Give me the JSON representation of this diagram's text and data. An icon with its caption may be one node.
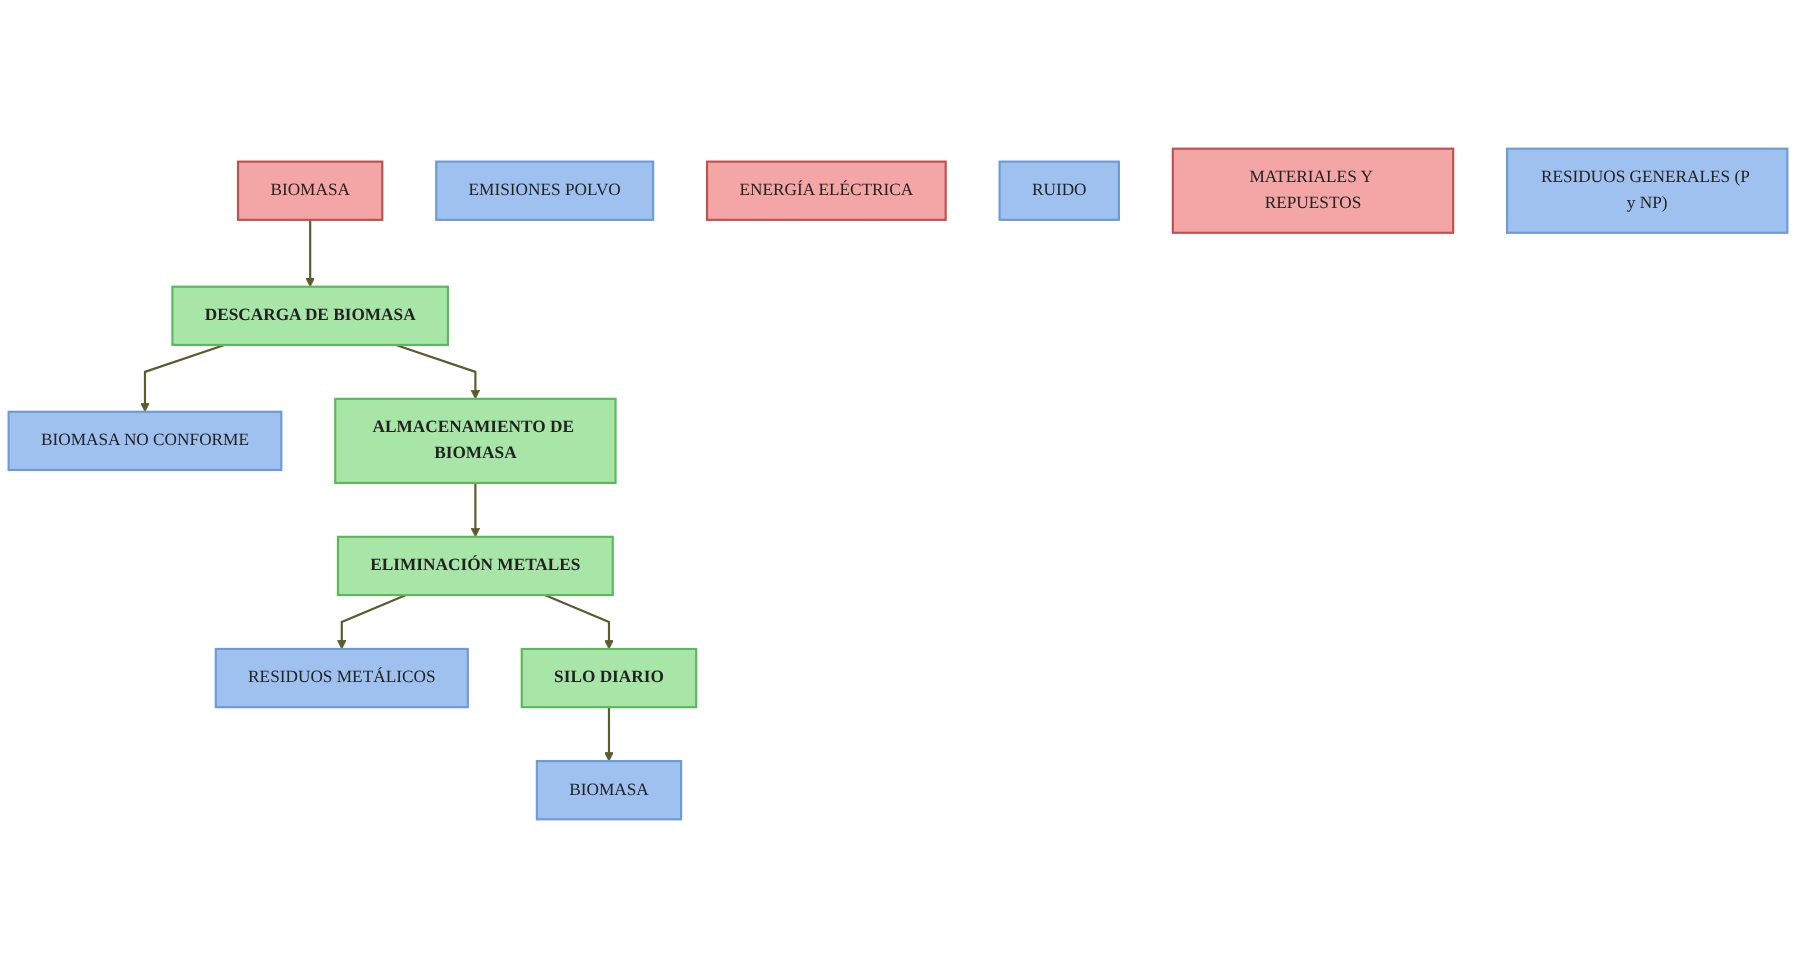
{
  "diagram": {
    "nodes": [
      {
        "text": [
          "BIOMASA"
        ]
      },
      {
        "text": [
          "DESCARGA DE BIOMASA"
        ]
      },
      {
        "text": [
          "BIOMASA NO CONFORME"
        ]
      },
      {
        "text": [
          "ALMACENAMIENTO DE BIOMASA"
        ]
      },
      {
        "text": [
          "ELIMINACIÓN METALES"
        ]
      },
      {
        "text": [
          "RESIDUOS METÁLICOS"
        ]
      },
      {
        "text": [
          "EMISIONES POLVO"
        ]
      },
      {
        "text": [
          "SILO DIARIO"
        ]
      },
      {
        "text": [
          "ENERGÍA ELÉCTRICA"
        ]
      },
      {
        "text": [
          "RUIDO"
        ]
      },
      {
        "text": [
          "BIOMASA"
        ]
      },
      {
        "text": [
          "MATERIALES Y REPUESTOS"
        ]
      },
      {
        "text": [
          "RESIDUOS GENERALES (P y NP)"
        ]
      }
    ],
    "edges": [
      {
        "from": 0,
        "to": 1,
        "arrow": "to"
      },
      {
        "from": 1,
        "to": 2,
        "arrow": "to"
      },
      {
        "from": 1,
        "to": 3,
        "arrow": "to"
      },
      {
        "from": 3,
        "to": 4,
        "arrow": "to"
      },
      {
        "from": 4,
        "to": 5,
        "arrow": "to"
      },
      {
        "from": 4,
        "to": 7,
        "arrow": "to"
      },
      {
        "from": 7,
        "to": 10,
        "arrow": "to"
      }
    ]
  }
}
